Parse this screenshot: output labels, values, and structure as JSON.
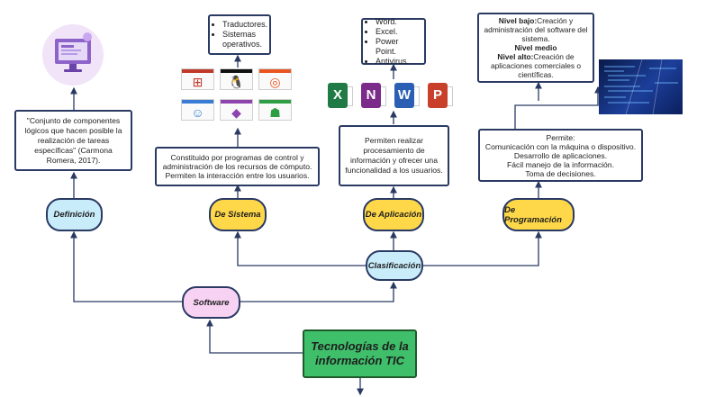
{
  "root": {
    "title": "Tecnologías de la información TIC"
  },
  "software": {
    "label": "Software"
  },
  "clasificacion": {
    "label": "Clasificación"
  },
  "definicion": {
    "label": "Definición",
    "text": "\"Conjunto de componentes lógicos que hacen posible la realización de tareas específicas\" (Carmona Romera, 2017)."
  },
  "sistema": {
    "label": "De Sistema",
    "text": "Constituido por programas de control y administración de los recursos de cómputo. Permiten la interacción entre los usuarios.",
    "examples": [
      "Traductores.",
      "Sistemas operativos."
    ]
  },
  "aplicacion": {
    "label": "De Aplicación",
    "text": "Permiten realizar procesamiento de información y ofrecer una funcionalidad a los usuarios.",
    "examples": [
      "Word.",
      "Excel.",
      "Power Point.",
      "Antivirus."
    ]
  },
  "programacion": {
    "label": "De Programación",
    "text_lines": [
      "Permite:",
      "Comunicación con la máquina o dispositivo.",
      "Desarrollo de aplicaciones.",
      "Fácil manejo de la información.",
      "Toma de decisiones."
    ],
    "levels": {
      "bajo_label": "Nivel bajo:",
      "bajo_text": "Creación y administración del software del sistema.",
      "medio_label": "Nivel medio",
      "alto_label": "Nivel alto:",
      "alto_text": "Creación de aplicaciones comerciales o científicas."
    }
  },
  "os_tiles": [
    {
      "icon": "windows-icon",
      "color": "#c0392b",
      "glyph": "⊞"
    },
    {
      "icon": "linux-icon",
      "color": "#111111",
      "glyph": "🐧"
    },
    {
      "icon": "ubuntu-icon",
      "color": "#e95420",
      "glyph": "◎"
    },
    {
      "icon": "macos-icon",
      "color": "#3a7bd5",
      "glyph": "☺"
    },
    {
      "icon": "apple-icon",
      "color": "#8e44ad",
      "glyph": "◆"
    },
    {
      "icon": "android-icon",
      "color": "#2e9e44",
      "glyph": "☗"
    }
  ],
  "office_apps": [
    {
      "icon": "excel-icon",
      "letter": "X",
      "color": "#1f7a45"
    },
    {
      "icon": "onenote-icon",
      "letter": "N",
      "color": "#7b2b8a"
    },
    {
      "icon": "word-icon",
      "letter": "W",
      "color": "#2b5fb4"
    },
    {
      "icon": "powerpoint-icon",
      "letter": "P",
      "color": "#c9402a"
    }
  ],
  "colors": {
    "border": "#2a3a63",
    "blue": "#c9ecfb",
    "yellow": "#ffd84a",
    "pink": "#f7d2f3",
    "green": "#3fbf6a"
  }
}
